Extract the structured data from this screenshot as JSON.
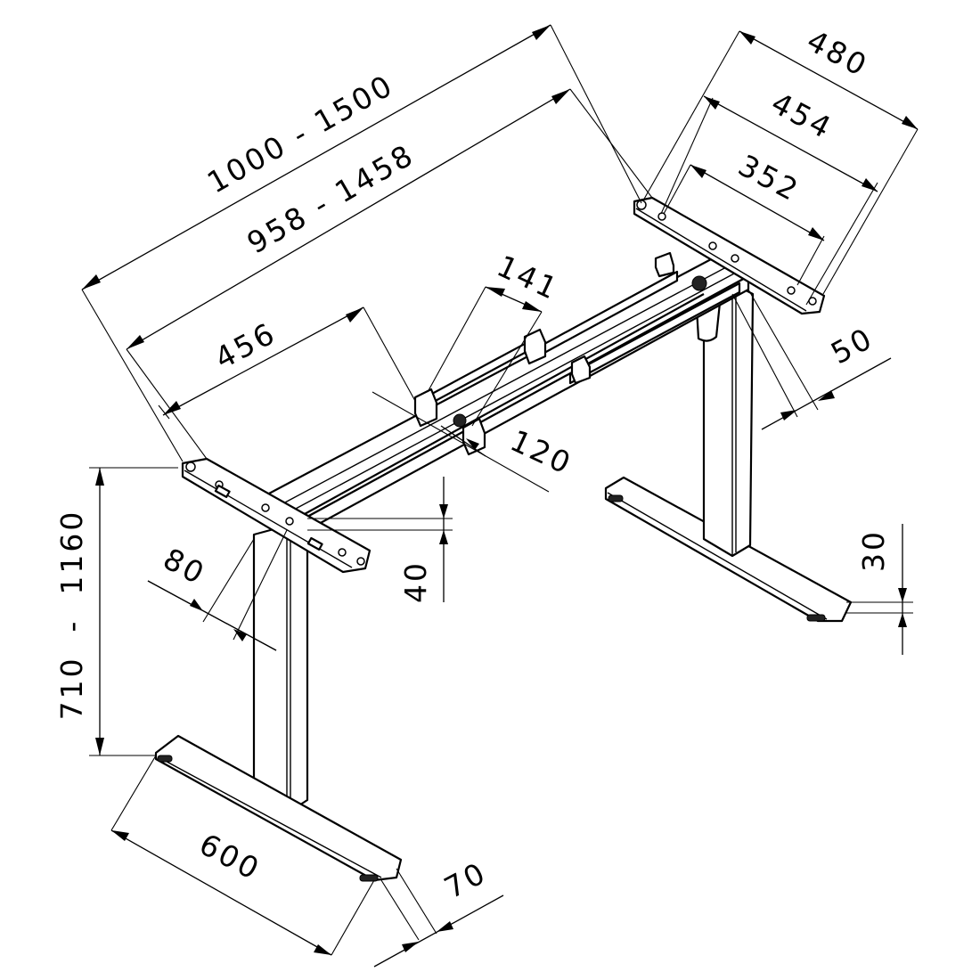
{
  "dimensions": {
    "width_outer": "1000 - 1500",
    "width_inner": "958 - 1458",
    "offset_456": "456",
    "crossbar_141": "141",
    "crossbar_120": "120",
    "bracket_480": "480",
    "bracket_454": "454",
    "bracket_352": "352",
    "column_50": "50",
    "column_80": "80",
    "beam_40": "40",
    "foot_30": "30",
    "height": "710  -  1160",
    "foot_600": "600",
    "foot_70": "70"
  }
}
